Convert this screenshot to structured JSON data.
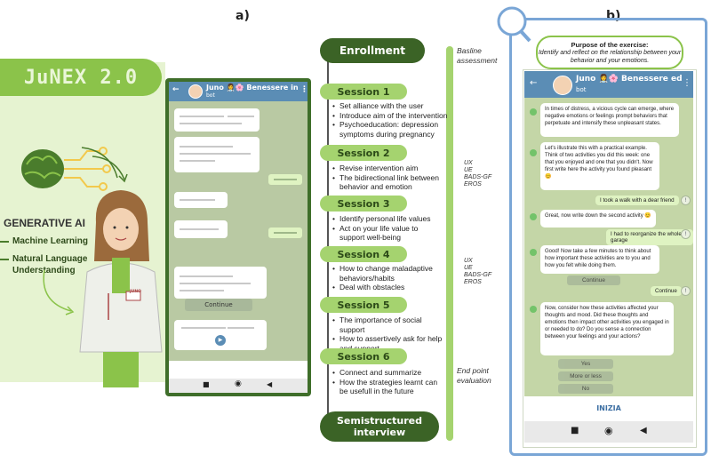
{
  "labels": {
    "a": "a)",
    "b": "b)"
  },
  "left": {
    "product": "JuNEX 2.0",
    "gen_title": "GENERATIVE AI",
    "gen_items": [
      "Machine Learning",
      "Natural Language",
      "Understanding"
    ],
    "doctor_badge": "JUNO"
  },
  "phone_a": {
    "header": "Juno 👩‍⚕️🌸 Benessere in",
    "sub": "bot",
    "continue_label": "Continue"
  },
  "middle": {
    "enrollment": "Enrollment",
    "baseline": "Basline assessment",
    "metrics_1": [
      "UX",
      "UE",
      "BADS-GF",
      "EROS"
    ],
    "metrics_2": [
      "UX",
      "UE",
      "BADS-GF",
      "EROS"
    ],
    "endpoint": "End point evaluation",
    "final": "Semistructured interview",
    "sessions": [
      {
        "title": "Session 1",
        "items": [
          "Set alliance with the user",
          "Introduce aim of the intervention",
          "Psychoeducation: depression symptoms during pregnancy"
        ]
      },
      {
        "title": "Session 2",
        "items": [
          "Revise intervention aim",
          "The bidirectional link between behavior and emotion"
        ]
      },
      {
        "title": "Session 3",
        "items": [
          "Identify personal life values",
          "Act on your life value to support well-being"
        ]
      },
      {
        "title": "Session 4",
        "items": [
          "How to change maladaptive behaviors/habits",
          "Deal with obstacles"
        ]
      },
      {
        "title": "Session 5",
        "items": [
          "The importance of social support",
          "How to assertively ask for help and support"
        ]
      },
      {
        "title": "Session 6",
        "items": [
          "Connect and summarize",
          "How the strategies learnt can be usefull in the future"
        ]
      }
    ]
  },
  "right": {
    "purpose_title": "Purpose of the exercise:",
    "purpose_text": "Identify and reflect on the relationship between your behavior and your emotions.",
    "header": "Juno 👩‍⚕️🌸 Benessere ed",
    "sub": "bot",
    "messages": [
      "In times of distress, a vicious cycle can emerge, where negative emotions or feelings prompt behaviors that perpetuate and intensify these unpleasant states.",
      "Let's illustrate this with a practical example. Think of two activities you did this week: one that you enjoyed and one that you didn't. Now first write here the activity you found pleasant 😊",
      "I took a walk with a dear friend",
      "Great, now write down the second activity 😊",
      "I had to reorganize the whole garage",
      "Good! Now take a few minutes to think about how important these activities are to you and how you felt while doing them.",
      "Continue",
      "Continue",
      "Now, consider how these activities affected your thoughts and mood. Did these thoughts and emotions then impact other activities you engaged in or needed to do? Do you sense a connection between your feelings and your actions?"
    ],
    "options": [
      "Yes",
      "More or less",
      "No"
    ],
    "start": "INIZIA"
  },
  "colors": {
    "accent_green": "#8bc34a",
    "dark_green": "#3b6326",
    "telegram_blue": "#5b8db5",
    "frame_blue": "#7aa6d6"
  }
}
